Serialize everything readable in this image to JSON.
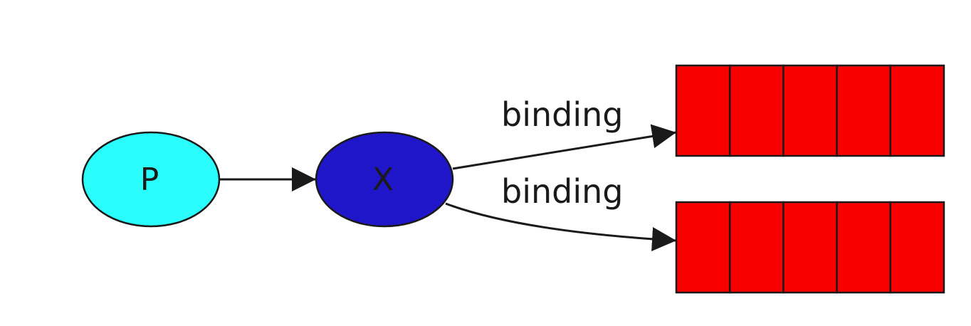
{
  "nodes": {
    "producer": {
      "label": "P",
      "fill": "#2afcfc",
      "text_color": "#1a1a1a"
    },
    "exchange": {
      "label": "X",
      "fill": "#1e16c8",
      "text_color": "#1a1a1a"
    }
  },
  "queues": [
    {
      "slots": 5,
      "fill": "#f80000"
    },
    {
      "slots": 5,
      "fill": "#f80000"
    }
  ],
  "edges": {
    "producer_to_exchange": {},
    "exchange_to_queue_top": {
      "label": "binding"
    },
    "exchange_to_queue_bottom": {
      "label": "binding"
    }
  },
  "colors": {
    "stroke": "#1a1a1a",
    "background": "#ffffff"
  }
}
